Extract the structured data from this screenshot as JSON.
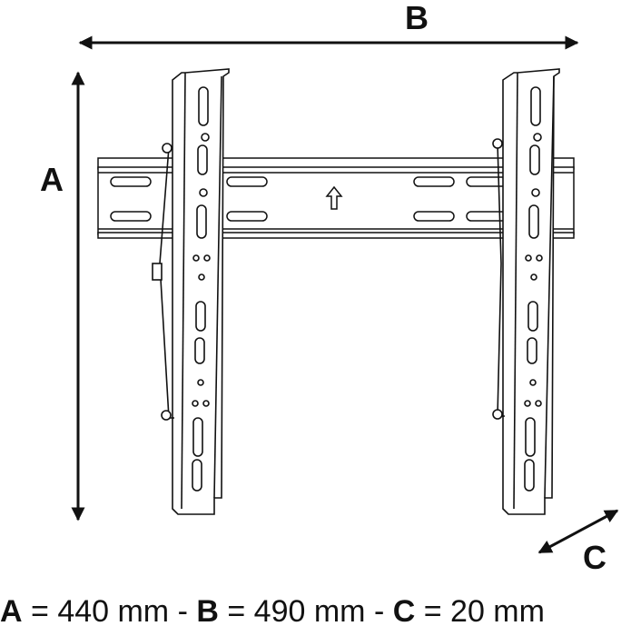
{
  "labels": {
    "a": "A",
    "b": "B",
    "c": "C"
  },
  "caption": {
    "a_key": "A",
    "a_eq": " = ",
    "a_val": "440 mm",
    "sep1": " - ",
    "b_key": "B",
    "b_eq": " = ",
    "b_val": "490 mm",
    "sep2": " - ",
    "c_key": "C",
    "c_eq": " = ",
    "c_val": "20 mm"
  },
  "colors": {
    "line": "#111111",
    "background": "#ffffff"
  }
}
